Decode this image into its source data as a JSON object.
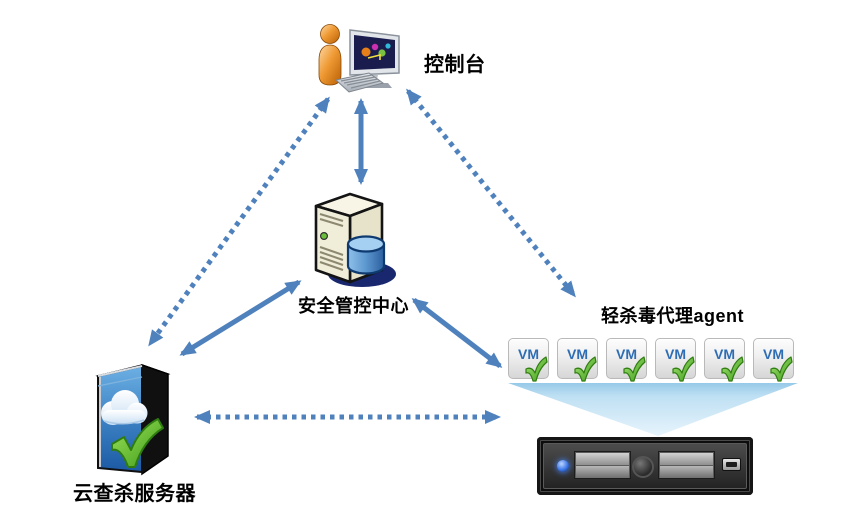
{
  "diagram": {
    "nodes": {
      "console": {
        "label": "控制台",
        "icon": "person-and-monitor"
      },
      "control_center": {
        "label": "安全管控中心",
        "icon": "server-tower-with-database"
      },
      "cloud_scan_server": {
        "label": "云查杀服务器",
        "icon": "cloud-server-tower-with-check"
      },
      "vm_agent_group": {
        "label": "轻杀毒代理agent",
        "vm_label": "VM",
        "vm_count": 6,
        "icon": "vm-box-with-green-check"
      },
      "host_server": {
        "icon": "rack-server"
      }
    },
    "connections": [
      {
        "from": "console",
        "to": "control_center",
        "style": "solid",
        "bidirectional": true
      },
      {
        "from": "console",
        "to": "cloud_scan_server",
        "style": "dotted",
        "bidirectional": true
      },
      {
        "from": "console",
        "to": "vm_agent_group",
        "style": "dotted",
        "bidirectional": true
      },
      {
        "from": "control_center",
        "to": "cloud_scan_server",
        "style": "solid",
        "bidirectional": true
      },
      {
        "from": "control_center",
        "to": "vm_agent_group",
        "style": "solid",
        "bidirectional": true
      },
      {
        "from": "cloud_scan_server",
        "to": "host_server",
        "style": "dotted",
        "bidirectional": true
      }
    ],
    "colors": {
      "background": "#ffffff",
      "arrow": "#4f81bd",
      "vm_text": "#2e6db4",
      "check_green": "#4aaa1e",
      "funnel": "#aed3ec"
    }
  }
}
